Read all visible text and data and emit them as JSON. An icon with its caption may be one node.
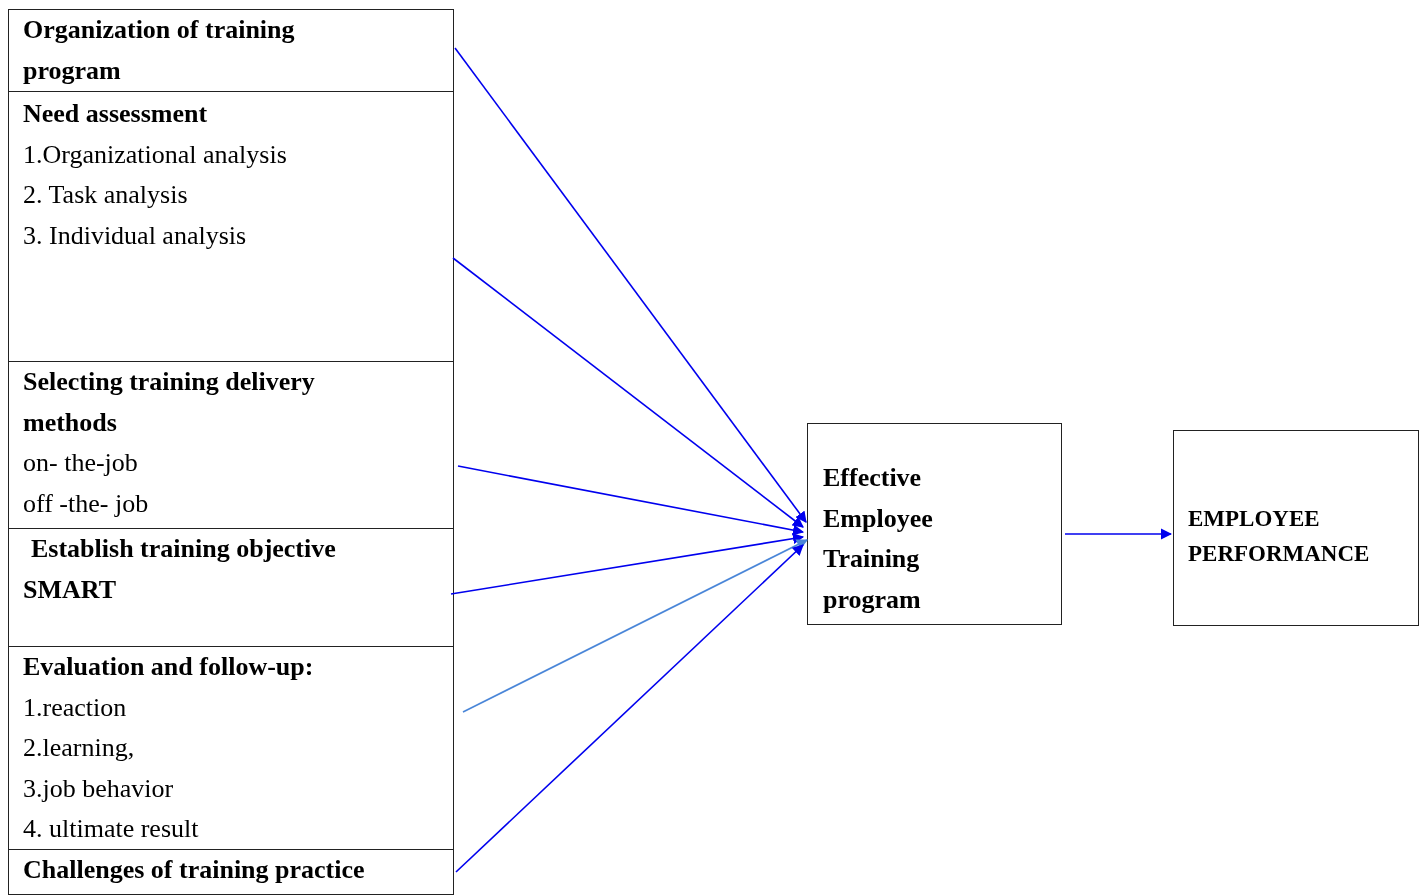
{
  "diagram": {
    "nodes": [
      {
        "text": [
          "Organization of training program"
        ]
      },
      {
        "text": [
          "Need assessment",
          "1.Organizational analysis",
          "2. Task analysis",
          "3. Individual analysis"
        ]
      },
      {
        "text": [
          "Selecting training delivery methods",
          "on- the-job",
          "off -the- job"
        ]
      },
      {
        "text": [
          "Establish training objective",
          "SMART"
        ]
      },
      {
        "text": [
          "Evaluation and follow-up:",
          "1.reaction",
          "2.learning,",
          "3.job behavior",
          "4. ultimate result"
        ]
      },
      {
        "text": [
          "Challenges of training practice"
        ]
      },
      {
        "text": [
          "Effective Employee Training program"
        ]
      },
      {
        "text": [
          "EMPLOYEE PERFORMANCE"
        ]
      }
    ],
    "edges": [
      {
        "from": 0,
        "to": 6,
        "arrow": "to"
      },
      {
        "from": 1,
        "to": 6,
        "arrow": "to"
      },
      {
        "from": 2,
        "to": 6,
        "arrow": "to"
      },
      {
        "from": 3,
        "to": 6,
        "arrow": "to"
      },
      {
        "from": 4,
        "to": 6,
        "arrow": "to",
        "color": "#4a86d8"
      },
      {
        "from": 5,
        "to": 6,
        "arrow": "to"
      },
      {
        "from": 6,
        "to": 7,
        "arrow": "to"
      }
    ]
  }
}
